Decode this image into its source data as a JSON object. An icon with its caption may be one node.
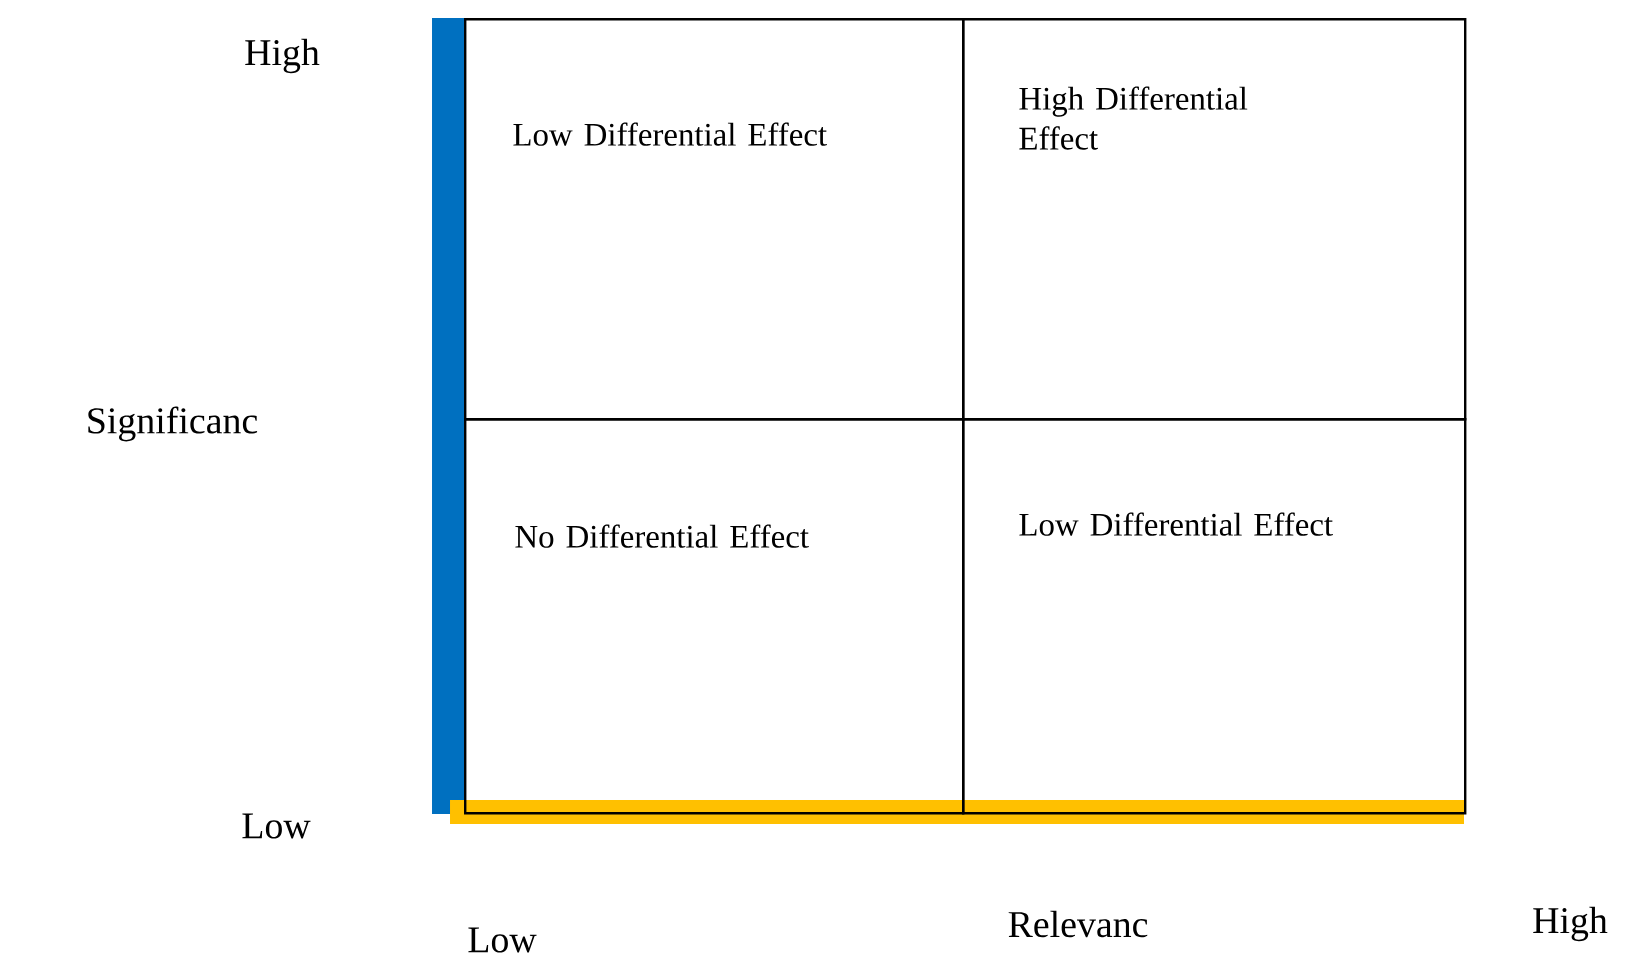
{
  "diagram": {
    "nodes": [
      {
        "text": [
          "Low Differential Effect"
        ]
      },
      {
        "text": [
          "High Differential Effect"
        ]
      },
      {
        "text": [
          "No Differential Effect"
        ]
      },
      {
        "text": [
          "Low Differential Effect"
        ]
      }
    ],
    "labels": [
      "High",
      "Significanc",
      "Low",
      "Low",
      "Relevanc",
      "High"
    ]
  }
}
